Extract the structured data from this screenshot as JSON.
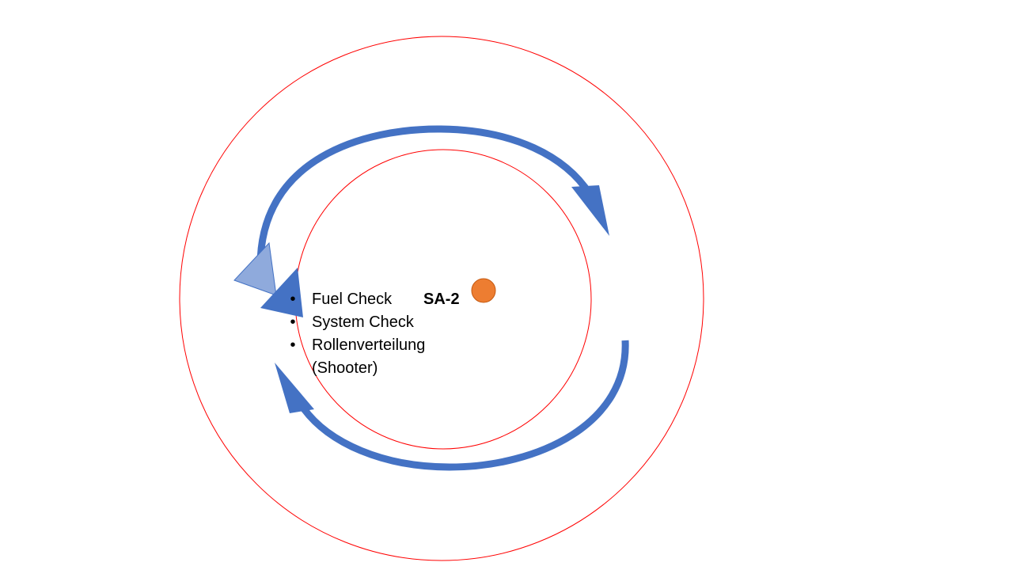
{
  "diagram": {
    "threat_label": "SA-2",
    "checklist": [
      {
        "text": "Fuel Check"
      },
      {
        "text": "System Check"
      },
      {
        "text": "Rollenverteilung",
        "text2": "(Shooter)"
      }
    ],
    "colors": {
      "ring": "#ff0000",
      "arrow": "#4472c4",
      "arrow_light": "#8faadc",
      "threat_dot": "#ed7d31",
      "background": "#ffffff"
    }
  }
}
